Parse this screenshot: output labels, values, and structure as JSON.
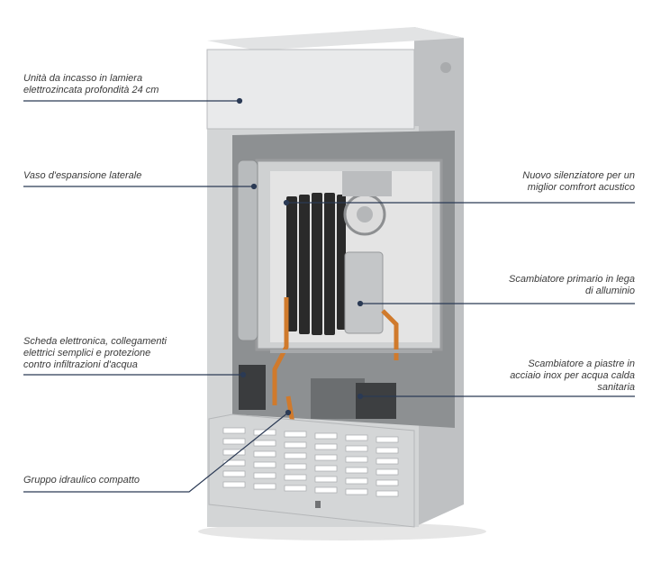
{
  "annotations": {
    "cabinet": "Unità da incasso in lamiera\nelettrozincata profondità 24 cm",
    "expansion_vessel": "Vaso d'espansione laterale",
    "control_board": "Scheda elettronica, collegamenti\nelettrici semplici e protezione\ncontro infiltrazioni d'acqua",
    "hydraulic_group": "Gruppo idraulico compatto",
    "silencer": "Nuovo silenziatore per un\nmiglior comfrort acustico",
    "primary_exchanger": "Scambiatore primario in lega\ndi alluminio",
    "plate_exchanger": "Scambiatore a piastre in\nacciaio inox per acqua calda\nsanitaria"
  },
  "colors": {
    "leader_line": "#2b3a55",
    "cabinet_metal": "#c9cbcd",
    "exchanger_dark": "#2a2a2a",
    "copper_pipe": "#d07a2c"
  }
}
